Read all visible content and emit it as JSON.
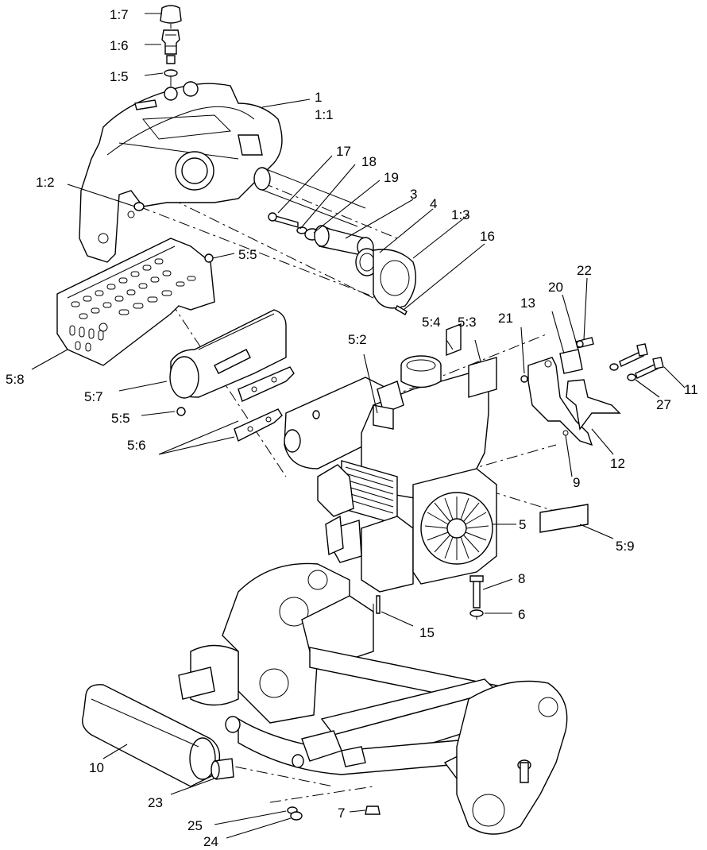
{
  "callouts": {
    "c1_7": "1:7",
    "c1_6": "1:6",
    "c1_5": "1:5",
    "c1": "1",
    "c1_1": "1:1",
    "c1_2": "1:2",
    "c17": "17",
    "c18": "18",
    "c19": "19",
    "c3": "3",
    "c4": "4",
    "c1_3": "1:3",
    "c16": "16",
    "c5_5a": "5:5",
    "c22": "22",
    "c20": "20",
    "c13": "13",
    "c21": "21",
    "c5_4": "5:4",
    "c5_3": "5:3",
    "c5_2": "5:2",
    "c11": "11",
    "c27": "27",
    "c5_8": "5:8",
    "c5_7": "5:7",
    "c5_5b": "5:5",
    "c5_6": "5:6",
    "c12": "12",
    "c9": "9",
    "c5": "5",
    "c5_9": "5:9",
    "c8": "8",
    "c6": "6",
    "c15": "15",
    "c10": "10",
    "c23": "23",
    "c7": "7",
    "c25": "25",
    "c24": "24"
  }
}
